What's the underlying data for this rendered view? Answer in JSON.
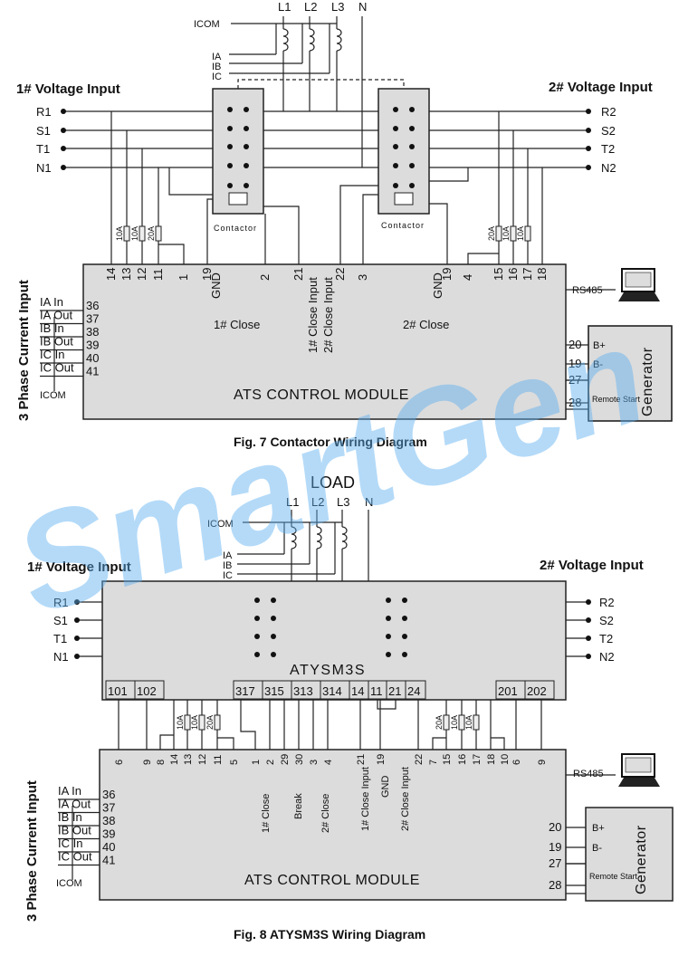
{
  "watermark": "SmartGen",
  "fig7": {
    "caption": "Fig. 7 Contactor Wiring Diagram",
    "phases": [
      "L1",
      "L2",
      "L3",
      "N"
    ],
    "icom": "ICOM",
    "ct_labels": [
      "IA",
      "IB",
      "IC"
    ],
    "voltage_input_1": "1# Voltage Input",
    "voltage_input_2": "2# Voltage Input",
    "lines_left": [
      "R1",
      "S1",
      "T1",
      "N1"
    ],
    "lines_right": [
      "R2",
      "S2",
      "T2",
      "N2"
    ],
    "contactor_label": "Contactor",
    "fuses_left": [
      "10A",
      "10A",
      "20A"
    ],
    "fuses_right": [
      "20A",
      "10A",
      "10A"
    ],
    "module_title": "ATS CONTROL MODULE",
    "top_terminals": [
      "14",
      "13",
      "12",
      "11",
      "1",
      "19",
      "2",
      "21",
      "22",
      "3",
      "19",
      "4",
      "15",
      "16",
      "17",
      "18"
    ],
    "gnd": "GND",
    "close1": "1# Close",
    "close2": "2# Close",
    "close_input_1": "1# Close Input",
    "close_input_2": "2# Close Input",
    "current_input_title": "3 Phase Current Input",
    "current_terminals": [
      "36",
      "37",
      "38",
      "39",
      "40",
      "41"
    ],
    "current_labels": [
      "IA In",
      "IA Out",
      "IB In",
      "IB Out",
      "IC In",
      "IC Out"
    ],
    "icom_bottom": "ICOM",
    "rs485": "RS485",
    "generator": "Generator",
    "gen_terminals": [
      "20",
      "19",
      "27",
      "28"
    ],
    "gen_labels": [
      "B+",
      "B-"
    ],
    "remote_start": "Remote Start"
  },
  "fig8": {
    "caption": "Fig. 8 ATYSM3S Wiring Diagram",
    "load": "LOAD",
    "phases": [
      "L1",
      "L2",
      "L3",
      "N"
    ],
    "icom": "ICOM",
    "ct_labels": [
      "IA",
      "IB",
      "IC"
    ],
    "voltage_input_1": "1# Voltage Input",
    "voltage_input_2": "2# Voltage Input",
    "lines_left": [
      "R1",
      "S1",
      "T1",
      "N1"
    ],
    "lines_right": [
      "R2",
      "S2",
      "T2",
      "N2"
    ],
    "switch_label": "ATYSM3S",
    "switch_terminals": [
      "101",
      "102",
      "317",
      "315",
      "313",
      "314",
      "14",
      "11",
      "21",
      "24",
      "201",
      "202"
    ],
    "fuses_left": [
      "10A",
      "10A",
      "20A"
    ],
    "fuses_right": [
      "20A",
      "10A",
      "10A"
    ],
    "top_terminals": [
      "6",
      "9",
      "8",
      "14",
      "13",
      "12",
      "11",
      "5",
      "1",
      "2",
      "29",
      "30",
      "3",
      "4",
      "21",
      "19",
      "22",
      "7",
      "15",
      "16",
      "17",
      "18",
      "10",
      "6",
      "9"
    ],
    "close1": "1# Close",
    "break": "Break",
    "close2": "2# Close",
    "close_input_1": "1# Close Input",
    "gnd": "GND",
    "close_input_2": "2# Close Input",
    "module_title": "ATS CONTROL MODULE",
    "current_input_title": "3 Phase Current Input",
    "current_terminals": [
      "36",
      "37",
      "38",
      "39",
      "40",
      "41"
    ],
    "current_labels": [
      "IA In",
      "IA Out",
      "IB In",
      "IB Out",
      "IC In",
      "IC Out"
    ],
    "icom_bottom": "ICOM",
    "rs485": "RS485",
    "generator": "Generator",
    "gen_terminals": [
      "20",
      "19",
      "27",
      "28"
    ],
    "gen_labels": [
      "B+",
      "B-"
    ],
    "remote_start": "Remote Start"
  }
}
